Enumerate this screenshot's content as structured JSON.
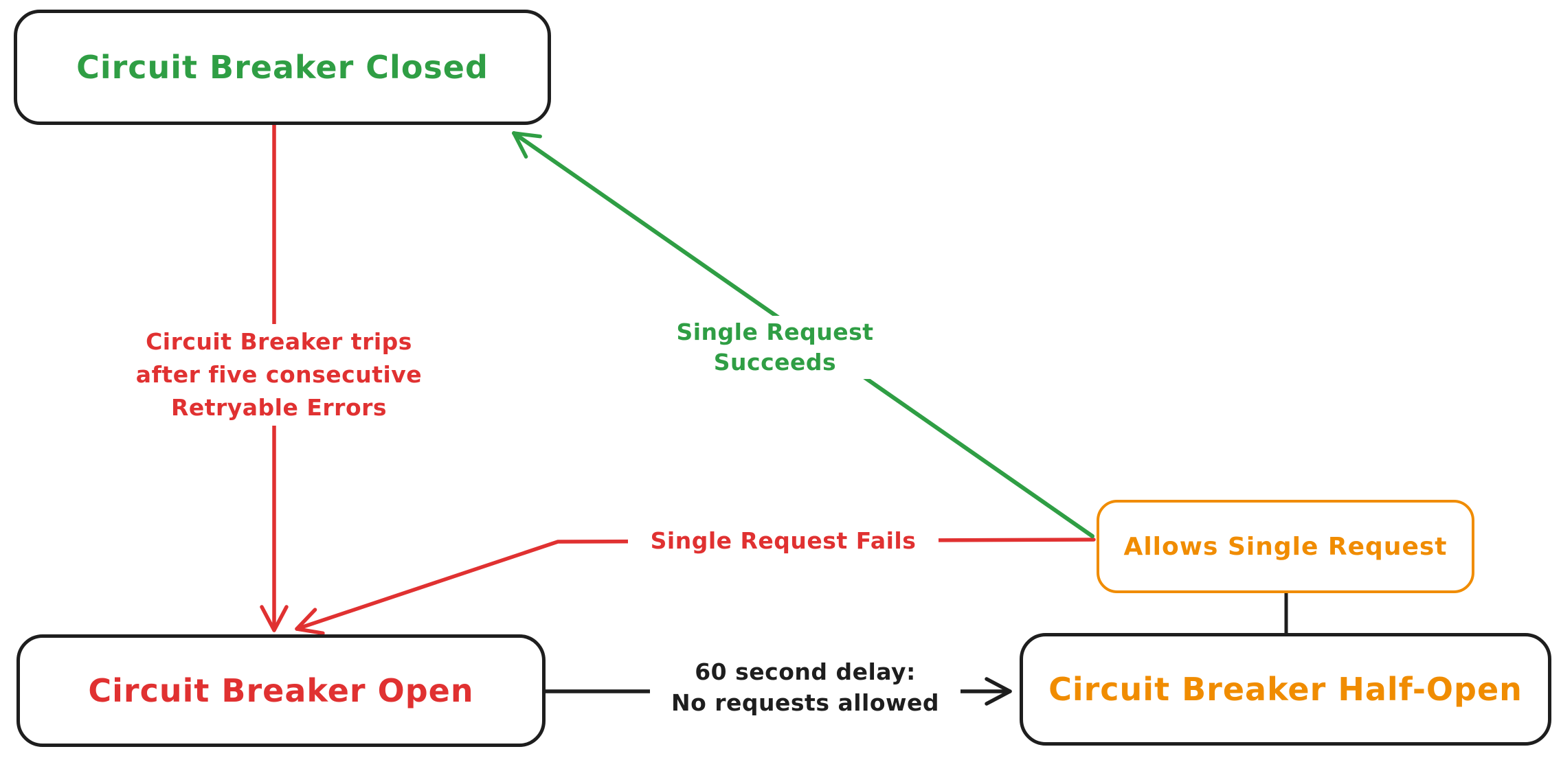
{
  "colors": {
    "green": "#2f9e44",
    "red": "#e03131",
    "orange": "#f08c00",
    "black": "#1e1e1e"
  },
  "nodes": {
    "closed": {
      "label": "Circuit Breaker Closed"
    },
    "open": {
      "label": "Circuit Breaker Open"
    },
    "half_open": {
      "label": "Circuit Breaker Half-Open"
    },
    "allows": {
      "label": "Allows Single Request"
    }
  },
  "edges": {
    "trips": {
      "lines": [
        "Circuit Breaker trips",
        "after five consecutive",
        "Retryable Errors"
      ]
    },
    "succeeds": {
      "label": "Single Request Succeeds"
    },
    "fails": {
      "label": "Single Request Fails"
    },
    "delay": {
      "lines": [
        "60 second delay:",
        "No requests allowed"
      ]
    }
  }
}
